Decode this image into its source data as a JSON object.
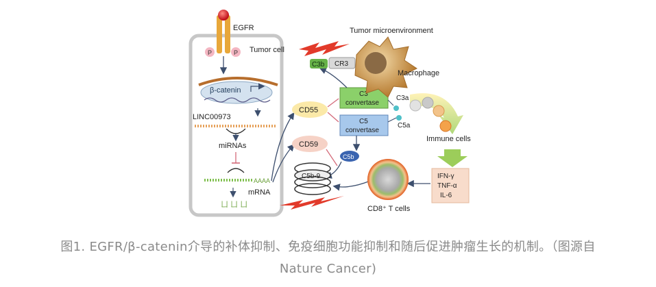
{
  "diagram": {
    "egfr": "EGFR",
    "phospho": "P",
    "tumor_cell": "Tumor cell",
    "beta_catenin": "β-catenin",
    "linc": "LINC00973",
    "mirnas": "miRNAs",
    "mrna": "mRNA",
    "polya": "AAAA",
    "tumor_micro": "Tumor microenvironment",
    "macrophage": "Macrophage",
    "c3b": "C3b",
    "cr3": "CR3",
    "cd55": "CD55",
    "cd59": "CD59",
    "c3_conv": [
      "C3",
      "convertase"
    ],
    "c5_conv": [
      "C5",
      "convertase"
    ],
    "c3a": "C3a",
    "c5a": "C5a",
    "c5b": "C5b",
    "c5b9": "C5b-9",
    "immune_cells": "Immune cells",
    "cytokines": [
      "IFN-γ",
      "TNF-α",
      "IL-6"
    ],
    "cd8": "CD8⁺ T cells"
  },
  "caption": {
    "line1": "图1. EGFR/β-catenin介导的补体抑制、免疫细胞功能抑制和随后促进肿瘤生长的机制。（图源自",
    "line2": "Nature Cancer)"
  }
}
